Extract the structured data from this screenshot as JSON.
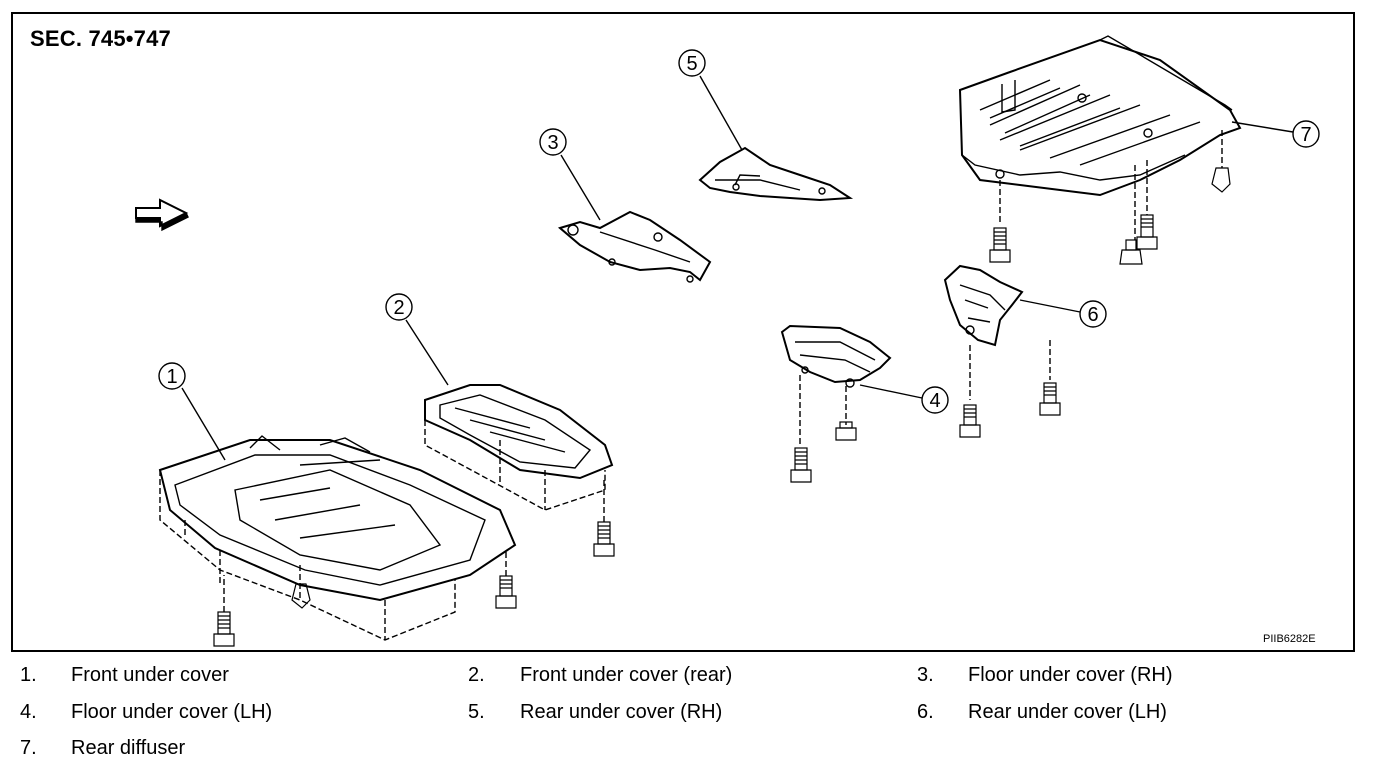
{
  "diagram": {
    "section_title": "SEC. 745•747",
    "figure_code": "PIIB6282E",
    "callouts": [
      "1",
      "2",
      "3",
      "4",
      "5",
      "6",
      "7"
    ]
  },
  "legend": [
    {
      "num": "1.",
      "label": "Front under cover"
    },
    {
      "num": "2.",
      "label": "Front under cover (rear)"
    },
    {
      "num": "3.",
      "label": "Floor under cover (RH)"
    },
    {
      "num": "4.",
      "label": "Floor under cover (LH)"
    },
    {
      "num": "5.",
      "label": "Rear under cover (RH)"
    },
    {
      "num": "6.",
      "label": "Rear under cover (LH)"
    },
    {
      "num": "7.",
      "label": "Rear diffuser"
    }
  ]
}
